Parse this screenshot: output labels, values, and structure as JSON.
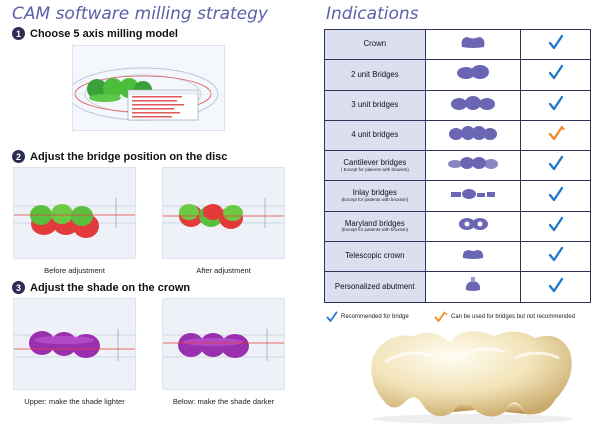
{
  "left_title": "CAM software milling strategy",
  "right_title": "Indications",
  "steps": [
    {
      "num": "1",
      "text": "Choose 5 axis milling model"
    },
    {
      "num": "2",
      "text": "Adjust the bridge position on the disc"
    },
    {
      "num": "3",
      "text": "Adjust the shade on the crown"
    }
  ],
  "captions": {
    "before": "Before adjustment",
    "after": "After adjustment",
    "upper": "Upper: make the shade lighter",
    "below": "Below: make the shade darker"
  },
  "indications": [
    {
      "name": "Crown",
      "sub": "",
      "check": "recommended"
    },
    {
      "name": "2 unit Bridges",
      "sub": "",
      "check": "recommended"
    },
    {
      "name": "3 unit bridges",
      "sub": "",
      "check": "recommended"
    },
    {
      "name": "4 unit bridges",
      "sub": "",
      "check": "not_recommended"
    },
    {
      "name": "Cantilever bridges",
      "sub": "( Except for patients with bruxism)",
      "check": "recommended"
    },
    {
      "name": "Inlay bridges",
      "sub": "(Except for patients with bruxism)",
      "check": "recommended"
    },
    {
      "name": "Maryland bridges",
      "sub": "(Except for patients with bruxism)",
      "check": "recommended"
    },
    {
      "name": "Telescopic crown",
      "sub": "",
      "check": "recommended"
    },
    {
      "name": "Personalized abutment",
      "sub": "",
      "check": "recommended"
    }
  ],
  "legend": {
    "recommended": "Recommended for bridge",
    "not_recommended": "Can be used for bridges but not recommended"
  },
  "colors": {
    "title": "#5a5fa8",
    "check_blue": "#1f78c8",
    "check_orange": "#f08a24",
    "tooth_purple": "#6b66b4",
    "header_cell": "#dcdff0"
  }
}
